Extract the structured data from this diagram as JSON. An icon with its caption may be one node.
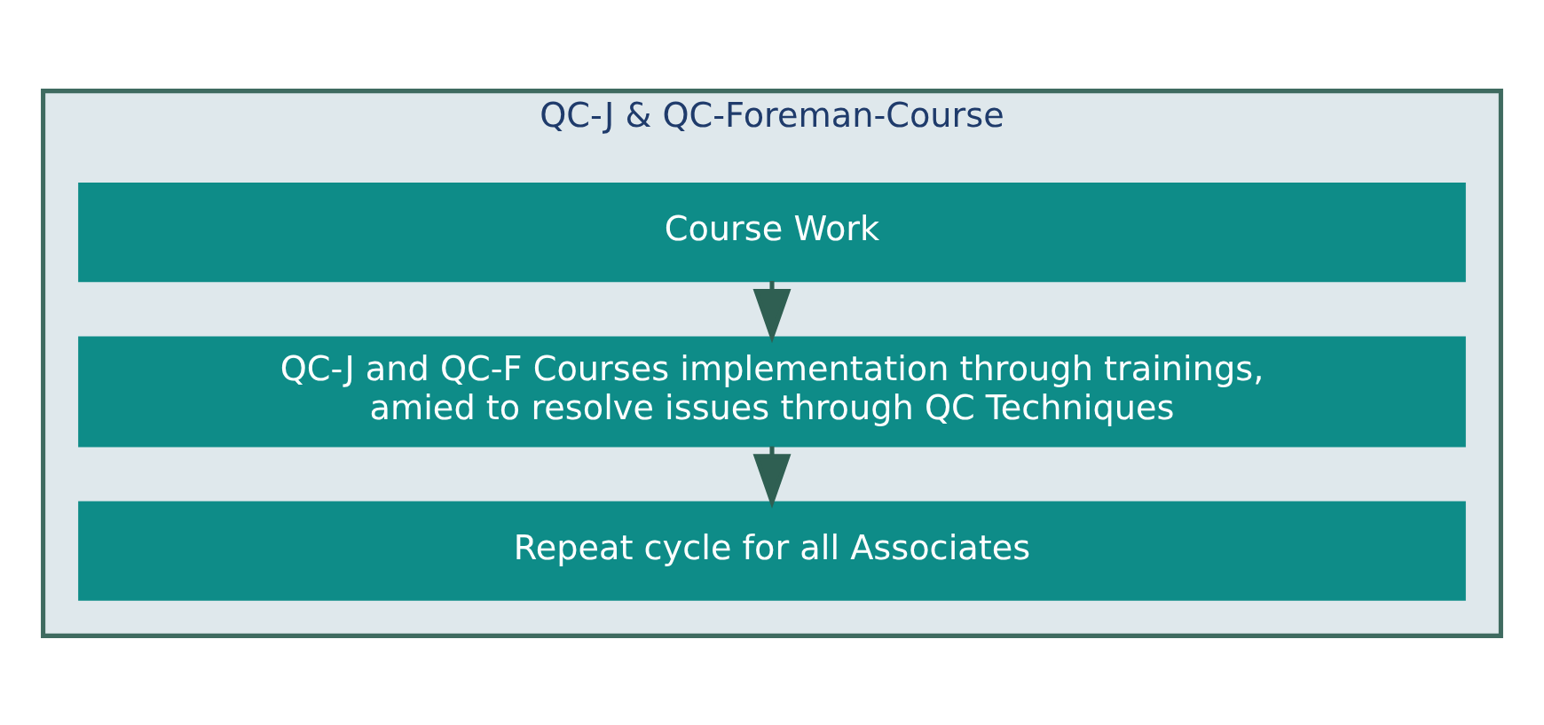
{
  "diagram": {
    "nodes": [
      {
        "text": [
          "QC-J & QC-Foreman-Course"
        ]
      },
      {
        "text": [
          "Course Work"
        ],
        "in": 0
      },
      {
        "text": [
          "QC-J and QC-F Courses implementation through trainings, amied to resolve issues through QC Techniques"
        ],
        "in": 0
      },
      {
        "text": [
          "Repeat cycle for all Associates"
        ],
        "in": 0
      }
    ],
    "edges": [
      {
        "from": 1,
        "to": 2,
        "arrow": "to"
      },
      {
        "from": 2,
        "to": 3,
        "arrow": "to"
      }
    ]
  }
}
